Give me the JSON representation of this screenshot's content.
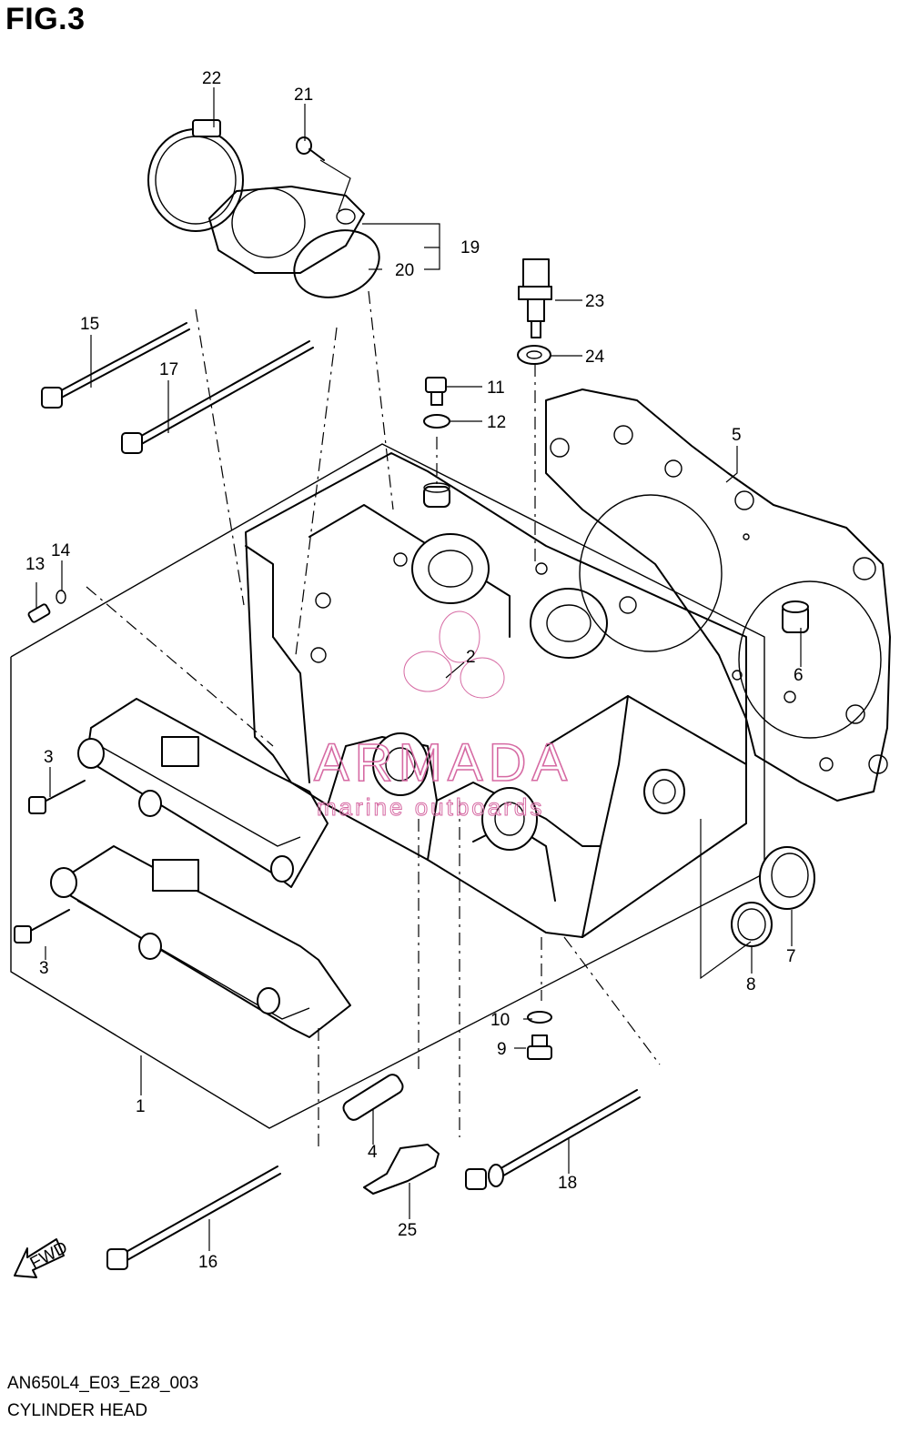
{
  "figure": {
    "title": "FIG.3"
  },
  "caption": {
    "code": "AN650L4_E03_E28_003",
    "name": "CYLINDER HEAD"
  },
  "watermark": {
    "brand": "ARMADA",
    "tagline": "marine outboards",
    "color": "#d66aa3"
  },
  "fwd_arrow": {
    "label": "FWD"
  },
  "callouts": {
    "c1": "1",
    "c2": "2",
    "c3a": "3",
    "c3b": "3",
    "c4": "4",
    "c5": "5",
    "c6": "6",
    "c7": "7",
    "c8": "8",
    "c9": "9",
    "c10": "10",
    "c11": "11",
    "c12": "12",
    "c13": "13",
    "c14": "14",
    "c15": "15",
    "c16": "16",
    "c17": "17",
    "c18": "18",
    "c19": "19",
    "c20": "20",
    "c21": "21",
    "c22": "22",
    "c23": "23",
    "c24": "24",
    "c25": "25"
  }
}
